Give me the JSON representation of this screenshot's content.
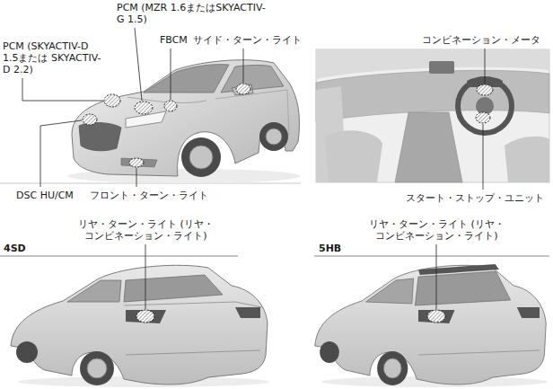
{
  "diagram": {
    "labels": [
      "PCM (MZR 1.6またはSKYACTIV-G 1.5)",
      "PCM (SKYACTIV-D 1.5または SKYACTIV-D 2.2)",
      "FBCM",
      "サイド・ターン・ライト",
      "コンビネーション・メータ",
      "DSC HU/CM",
      "フロント・ターン・ライト",
      "スタート・ストップ・ユニット",
      "リヤ・ターン・ライト (リヤ・コンビネーション・ライト)",
      "リヤ・ターン・ライト (リヤ・コンビネーション・ライト)",
      "4SD",
      "5HB"
    ]
  }
}
